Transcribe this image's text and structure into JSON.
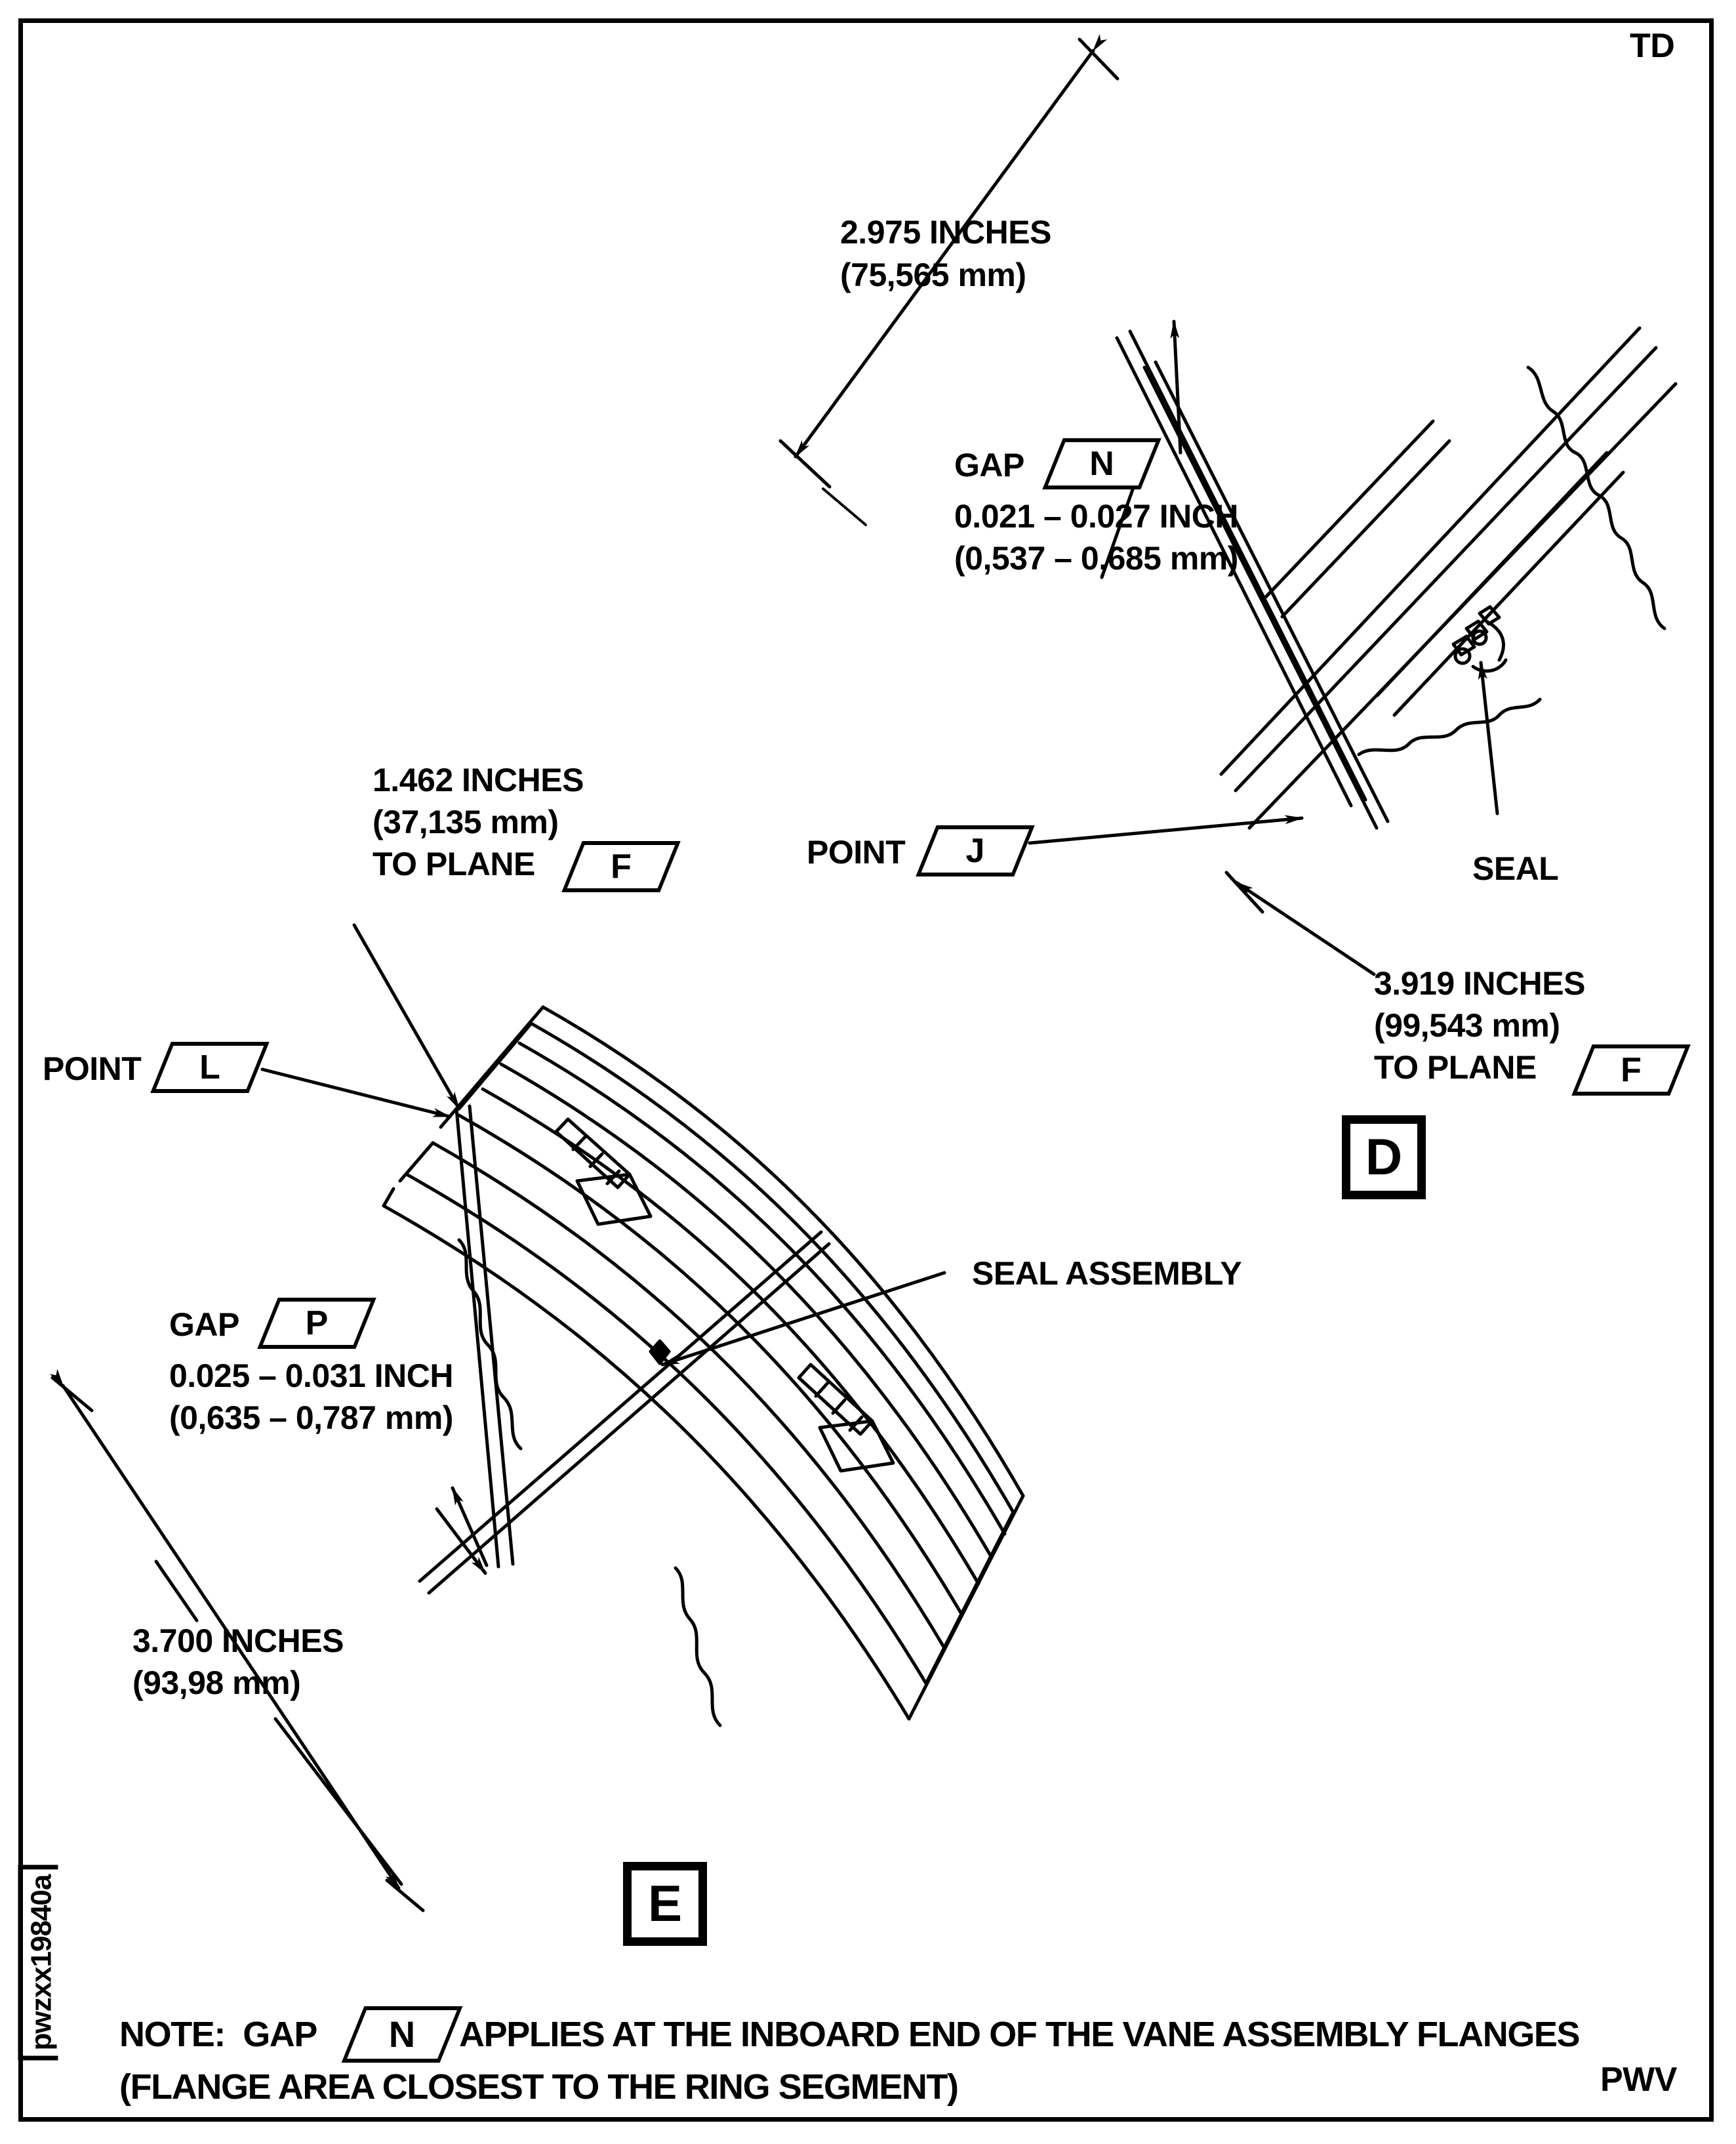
{
  "sheet": {
    "corner_top_right": "TD",
    "corner_bottom_right": "PWV",
    "figure_number": "pwzxx19840a"
  },
  "views": [
    {
      "id": "view-d",
      "label": "D"
    },
    {
      "id": "view-e",
      "label": "E"
    }
  ],
  "callouts": {
    "dim_2975": {
      "line1": "2.975 INCHES",
      "line2": "(75,565 mm)"
    },
    "gap_n": {
      "prefix": "GAP",
      "flag": "N",
      "line1": "0.021 – 0.027 INCH",
      "line2": "(0,537 – 0,685 mm)"
    },
    "point_j": {
      "prefix": "POINT",
      "flag": "J"
    },
    "seal": {
      "label": "SEAL"
    },
    "dim_3919": {
      "line1": "3.919 INCHES",
      "line2": "(99,543 mm)",
      "line3": "TO PLANE",
      "flag": "F"
    },
    "dim_1462": {
      "line1": "1.462 INCHES",
      "line2": "(37,135 mm)",
      "line3": "TO PLANE",
      "flag": "F"
    },
    "point_l": {
      "prefix": "POINT",
      "flag": "L"
    },
    "gap_p": {
      "prefix": "GAP",
      "flag": "P",
      "line1": "0.025 – 0.031 INCH",
      "line2": "(0,635 – 0,787 mm)"
    },
    "seal_assembly": {
      "label": "SEAL ASSEMBLY"
    },
    "dim_3700": {
      "line1": "3.700 INCHES",
      "line2": "(93,98 mm)"
    }
  },
  "note": {
    "lead": "NOTE:  GAP",
    "flag": "N",
    "line1_tail": "APPLIES AT THE INBOARD END OF THE VANE ASSEMBLY FLANGES",
    "line2": "(FLANGE AREA CLOSEST TO THE RING SEGMENT)"
  },
  "colors": {
    "ink": "#000000",
    "paper": "#ffffff"
  }
}
